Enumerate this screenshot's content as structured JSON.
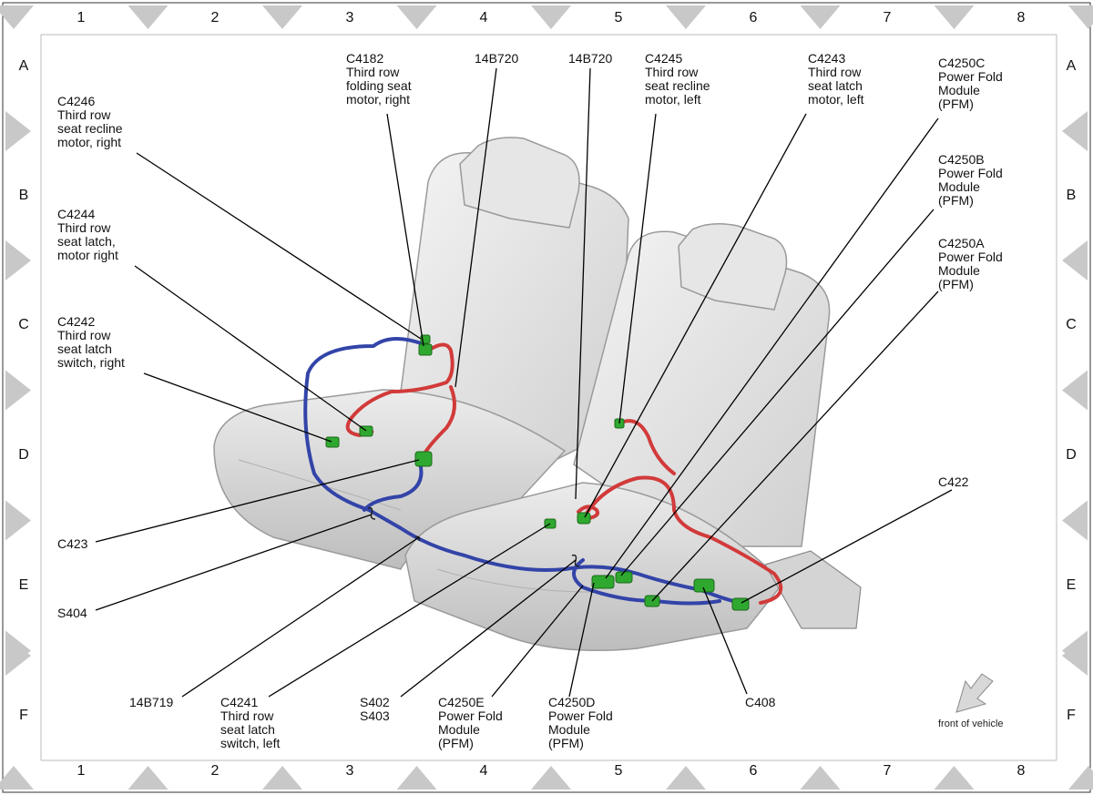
{
  "grid": {
    "columns": [
      "1",
      "2",
      "3",
      "4",
      "5",
      "6",
      "7",
      "8"
    ],
    "rows": [
      "A",
      "B",
      "C",
      "D",
      "E",
      "F"
    ]
  },
  "callouts": {
    "c4182": [
      "C4182",
      "Third row",
      "folding seat",
      "motor, right"
    ],
    "w14b720_left": [
      "14B720"
    ],
    "w14b720_right": [
      "14B720"
    ],
    "c4245": [
      "C4245",
      "Third row",
      "seat recline",
      "motor, left"
    ],
    "c4243": [
      "C4243",
      "Third row",
      "seat latch",
      "motor, left"
    ],
    "c4250c": [
      "C4250C",
      "Power Fold",
      "Module",
      "(PFM)"
    ],
    "c4250b": [
      "C4250B",
      "Power Fold",
      "Module",
      "(PFM)"
    ],
    "c4250a": [
      "C4250A",
      "Power Fold",
      "Module",
      "(PFM)"
    ],
    "c4246": [
      "C4246",
      "Third row",
      "seat recline",
      "motor, right"
    ],
    "c4244": [
      "C4244",
      "Third row",
      "seat latch,",
      "motor right"
    ],
    "c4242": [
      "C4242",
      "Third row",
      "seat latch",
      "switch, right"
    ],
    "c422": [
      "C422"
    ],
    "c423": [
      "C423"
    ],
    "s404": [
      "S404"
    ],
    "w14b719": [
      "14B719"
    ],
    "c4241": [
      "C4241",
      "Third row",
      "seat latch",
      "switch, left"
    ],
    "s402_s403": [
      "S402",
      "S403"
    ],
    "c4250e": [
      "C4250E",
      "Power Fold",
      "Module",
      "(PFM)"
    ],
    "c4250d": [
      "C4250D",
      "Power Fold",
      "Module",
      "(PFM)"
    ],
    "c408": [
      "C408"
    ]
  },
  "front_of_vehicle": "front of vehicle",
  "colors": {
    "wire_blue": "#3344a8",
    "wire_red": "#d23a3a",
    "connector_green": "#2fa82f",
    "seat_fill": "#e2e2e2",
    "seat_stroke": "#9a9a9a",
    "marker_gray": "#c8c8c8"
  }
}
